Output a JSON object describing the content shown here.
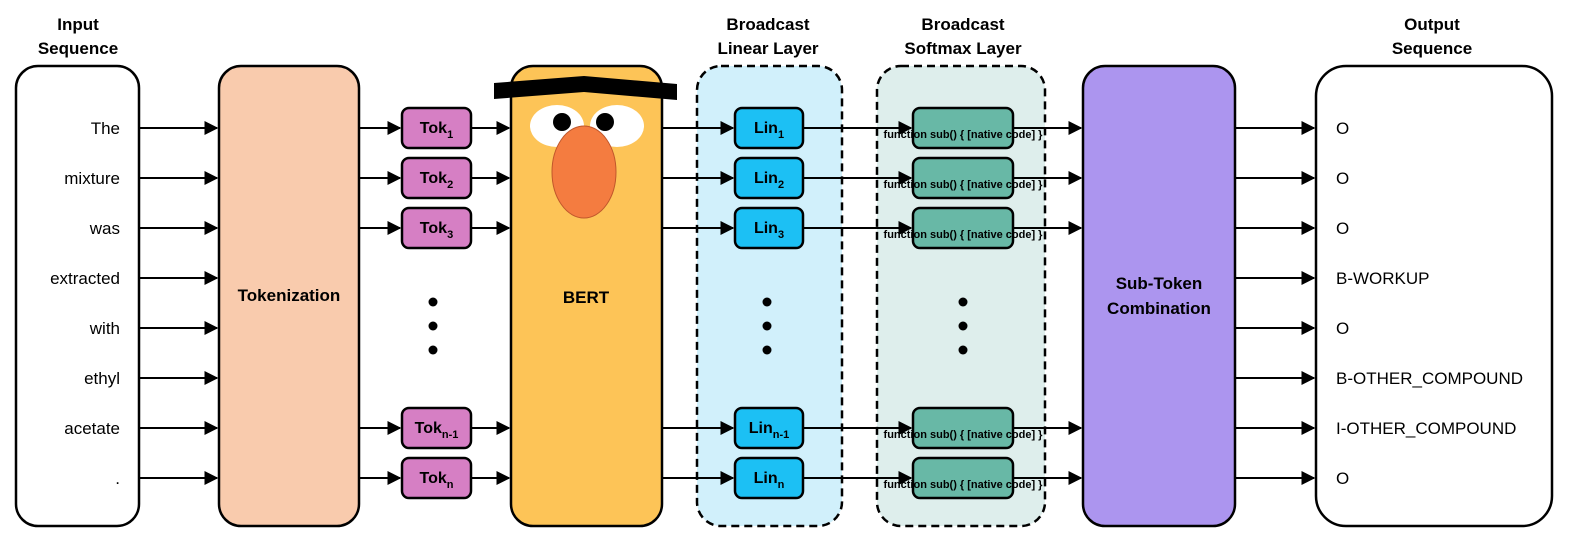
{
  "headers": {
    "input": [
      "Input",
      "Sequence"
    ],
    "linear": [
      "Broadcast",
      "Linear Layer"
    ],
    "softmax": [
      "Broadcast",
      "Softmax Layer"
    ],
    "output": [
      "Output",
      "Sequence"
    ]
  },
  "input_words": [
    "The",
    "mixture",
    "was",
    "extracted",
    "with",
    "ethyl",
    "acetate",
    "."
  ],
  "output_labels": [
    "O",
    "O",
    "O",
    "B-WORKUP",
    "O",
    "B-OTHER_COMPOUND",
    "I-OTHER_COMPOUND",
    "O"
  ],
  "blocks": {
    "tokenization": "Tokenization",
    "bert": "BERT",
    "combination": [
      "Sub-Token",
      "Combination"
    ]
  },
  "tokens": [
    {
      "base": "Tok",
      "sub": "1"
    },
    {
      "base": "Tok",
      "sub": "2"
    },
    {
      "base": "Tok",
      "sub": "3"
    },
    {
      "base": "Tok",
      "sub": "n-1"
    },
    {
      "base": "Tok",
      "sub": "n"
    }
  ],
  "linears": [
    {
      "base": "Lin",
      "sub": "1"
    },
    {
      "base": "Lin",
      "sub": "2"
    },
    {
      "base": "Lin",
      "sub": "3"
    },
    {
      "base": "Lin",
      "sub": "n-1"
    },
    {
      "base": "Lin",
      "sub": "n"
    }
  ],
  "softmax_label": "Softmax",
  "colors": {
    "tokenization": "#f9cbad",
    "bert": "#fdc457",
    "bert_nose": "#f47c40",
    "linear_panel": "#d1f0fb",
    "linear_chip": "#1cc0f4",
    "softmax_panel": "#deeeec",
    "softmax_chip": "#68b8a6",
    "token_chip": "#d67fc4",
    "combination": "#ac95ef"
  }
}
